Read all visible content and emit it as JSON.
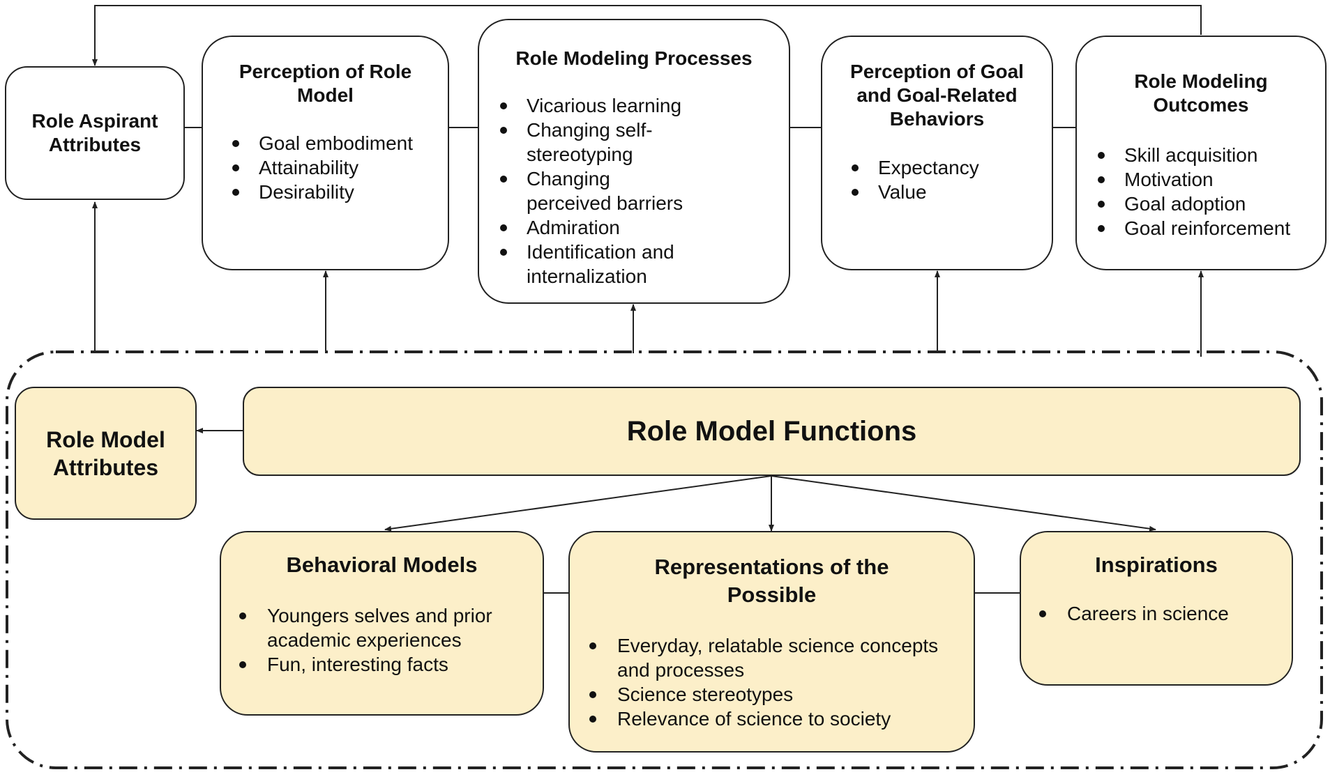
{
  "aspirant": {
    "title": "Role Aspirant Attributes"
  },
  "perception_model": {
    "title": "Perception of Role Model",
    "items": [
      "Goal embodiment",
      "Attainability",
      "Desirability"
    ]
  },
  "processes": {
    "title": "Role Modeling Processes",
    "items": [
      "Vicarious learning",
      "Changing self-stereotyping",
      "Changing perceived barriers",
      "Admiration",
      "Identification and internalization"
    ]
  },
  "perception_goal": {
    "title": "Perception of Goal and Goal-Related Behaviors",
    "items": [
      "Expectancy",
      "Value"
    ]
  },
  "outcomes": {
    "title": "Role Modeling Outcomes",
    "items": [
      "Skill acquisition",
      "Motivation",
      "Goal adoption",
      "Goal reinforcement"
    ]
  },
  "rm_attributes": {
    "title": "Role Model Attributes"
  },
  "functions": {
    "title": "Role Model Functions"
  },
  "behavioral": {
    "title": "Behavioral Models",
    "items": [
      "Youngers selves and prior academic experiences",
      "Fun, interesting facts"
    ]
  },
  "representations": {
    "title": "Representations of the Possible",
    "items": [
      "Everyday, relatable science concepts and processes",
      "Science stereotypes",
      "Relevance of science to society"
    ]
  },
  "inspirations": {
    "title": "Inspirations",
    "items": [
      "Careers in science"
    ]
  },
  "colors": {
    "fill": "#fcefc9",
    "stroke": "#222222"
  }
}
